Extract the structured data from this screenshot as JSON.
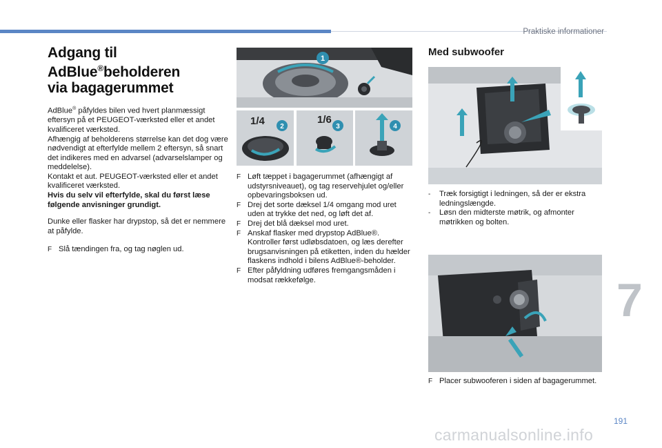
{
  "header": {
    "running_head": "Praktiske informationer"
  },
  "left": {
    "title_part1": "Adgang til AdBlue",
    "title_reg": "®",
    "title_part2": "beholderen",
    "title_line2": "via bagagerummet",
    "para1_a": "AdBlue",
    "para1_reg": "®",
    "para1_b": " påfyldes bilen ved hvert planmæssigt eftersyn på et PEUGEOT-værksted eller et andet kvalificeret værksted.",
    "para2": "Afhængig af beholderens størrelse kan det dog være nødvendigt at efterfylde mellem 2 eftersyn, så snart det indikeres med en advarsel (advarselslamper og meddelelse).",
    "para3": "Kontakt et aut. PEUGEOT-værksted eller et andet kvalificeret værksted.",
    "para4_bold": "Hvis du selv vil efterfylde, skal du først læse følgende anvisninger grundigt.",
    "para5": "Dunke eller flasker har drypstop, så det er nemmere at påfylde.",
    "bullet1": "Slå tændingen fra, og tag nøglen ud."
  },
  "middle": {
    "figure_labels": {
      "callout1": "1",
      "callout2": "2",
      "callout3": "3",
      "callout4": "4",
      "quarter": "1/4",
      "sixth": "1/6"
    },
    "bullets": [
      "Løft tæppet i bagagerummet (afhængigt af udstyrsniveauet), og tag reservehjulet og/eller opbevaringsboksen ud.",
      "Drej det sorte dæksel 1/4 omgang mod uret uden at trykke det ned, og løft det af.",
      "Drej det blå dæksel mod uret.",
      "Anskaf flasker med drypstop AdBlue®. Kontroller først udløbsdatoen, og læs derefter brugsanvisningen på etiketten, inden du hælder flaskens indhold i bilens AdBlue®-beholder.",
      "Efter påfyldning udføres fremgangsmåden i modsat rækkefølge."
    ]
  },
  "right": {
    "heading": "Med subwoofer",
    "dashes": [
      "Træk forsigtigt i ledningen, så der er ekstra ledningslængde.",
      "Løsn den midterste møtrik, og afmonter møtrikken og bolten."
    ],
    "bullet_last": "Placer subwooferen i siden af bagagerummet."
  },
  "footer": {
    "chapter": "7",
    "page_number": "191",
    "watermark": "carmanualsonline.info"
  },
  "colors": {
    "accent_blue": "#5b86c5",
    "callout_blue": "#2f8fb0",
    "arrow_teal": "#3aa3b8"
  },
  "icons": {
    "bullet_marker": "F"
  }
}
